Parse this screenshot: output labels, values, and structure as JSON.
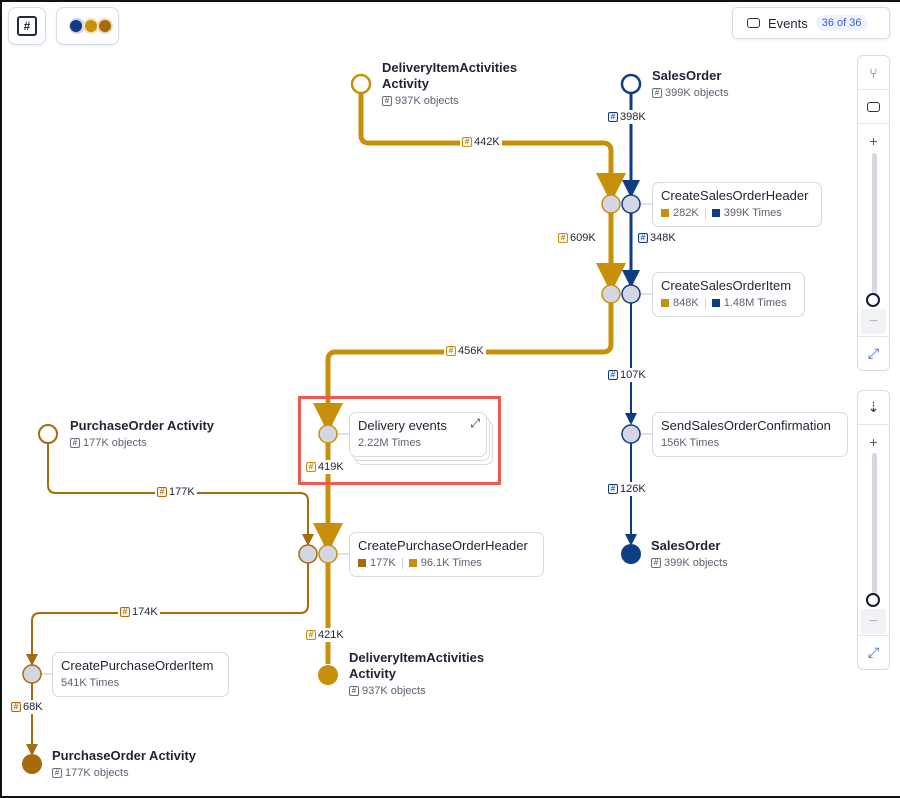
{
  "colors": {
    "navy": "#0f3d82",
    "gold": "#c8900a",
    "brown": "#a66c0c",
    "highlight": "#f05a4f"
  },
  "toolbar": {
    "count_icon": "hash-icon",
    "legend_icon": "object-types-legend-icon"
  },
  "events_button": {
    "icon": "event-icon",
    "label": "Events",
    "count": "36 of 36"
  },
  "right_panel": {
    "top": {
      "icons": [
        "branch-icon",
        "event-icon",
        "zoom-in-icon",
        "zoom-out-icon",
        "fit-view-icon"
      ],
      "zoom_fraction": 0.92
    },
    "bottom": {
      "icons": [
        "sort-down-icon",
        "zoom-in-icon",
        "zoom-out-icon",
        "fit-view-icon"
      ],
      "zoom_fraction": 0.92
    }
  },
  "objects": [
    {
      "name": "DeliveryItemActivities Activity",
      "count": "937K objects",
      "role": "start"
    },
    {
      "name": "SalesOrder",
      "count": "399K objects",
      "role": "start"
    },
    {
      "name": "PurchaseOrder Activity",
      "count": "177K objects",
      "role": "start"
    },
    {
      "name": "SalesOrder",
      "count": "399K objects",
      "role": "end"
    },
    {
      "name": "DeliveryItemActivities Activity",
      "count": "937K objects",
      "role": "end"
    },
    {
      "name": "PurchaseOrder Activity",
      "count": "177K objects",
      "role": "end"
    }
  ],
  "activities": [
    {
      "name": "CreateSalesOrderHeader",
      "a": "282K",
      "b": "399K Times"
    },
    {
      "name": "CreateSalesOrderItem",
      "a": "848K",
      "b": "1.48M Times"
    },
    {
      "name": "SendSalesOrderConfirmation",
      "times": "156K Times"
    },
    {
      "name": "Delivery events",
      "times": "2.22M Times",
      "expand_icon": "expand-icon"
    },
    {
      "name": "CreatePurchaseOrderHeader",
      "a": "177K",
      "b": "96.1K Times"
    },
    {
      "name": "CreatePurchaseOrderItem",
      "times": "541K Times"
    }
  ],
  "edges": [
    "442K",
    "398K",
    "609K",
    "348K",
    "456K",
    "107K",
    "419K",
    "126K",
    "177K",
    "174K",
    "421K",
    "68K"
  ]
}
